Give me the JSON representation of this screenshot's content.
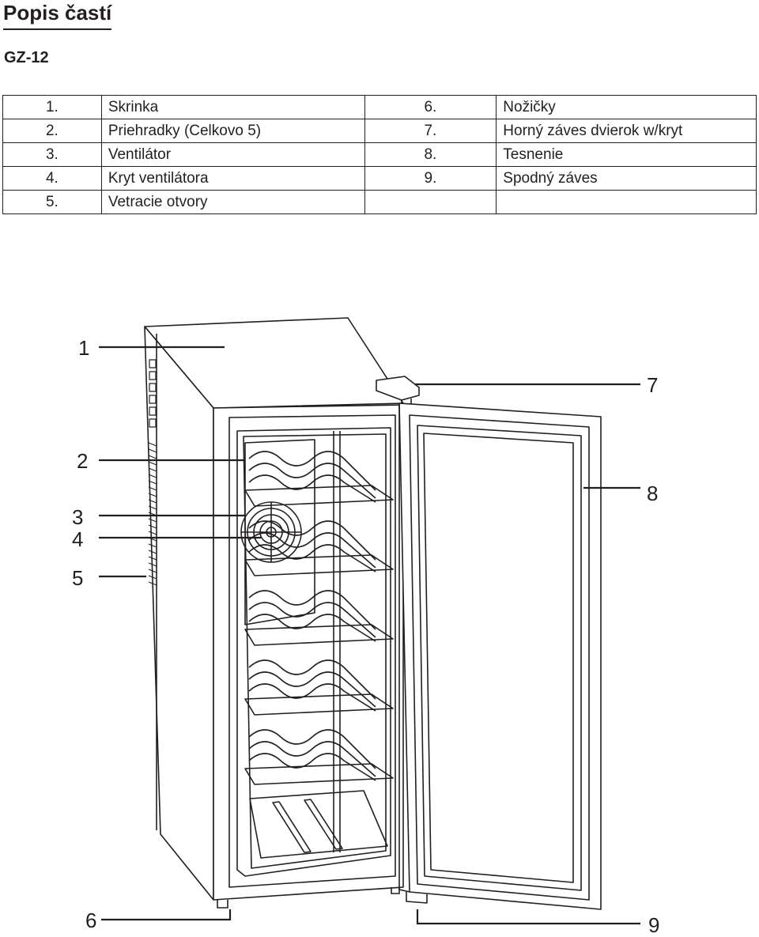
{
  "heading": "Popis častí",
  "model": "GZ-12",
  "parts_table": {
    "rows": [
      {
        "num_a": "1.",
        "label_a": "Skrinka",
        "num_b": "6.",
        "label_b": "Nožičky"
      },
      {
        "num_a": "2.",
        "label_a": "Priehradky (Celkovo 5)",
        "num_b": "7.",
        "label_b": "Horný záves dvierok w/kryt"
      },
      {
        "num_a": "3.",
        "label_a": "Ventilátor",
        "num_b": "8.",
        "label_b": "Tesnenie"
      },
      {
        "num_a": "4.",
        "label_a": "Kryt ventilátora",
        "num_b": "9.",
        "label_b": "Spodný záves"
      },
      {
        "num_a": "5.",
        "label_a": "Vetracie otvory",
        "num_b": "",
        "label_b": ""
      }
    ]
  },
  "callouts": {
    "c1": "1",
    "c2": "2",
    "c3": "3",
    "c4": "4",
    "c5": "5",
    "c6": "6",
    "c7": "7",
    "c8": "8",
    "c9": "9"
  },
  "colors": {
    "ink": "#231f20",
    "background": "#ffffff"
  }
}
